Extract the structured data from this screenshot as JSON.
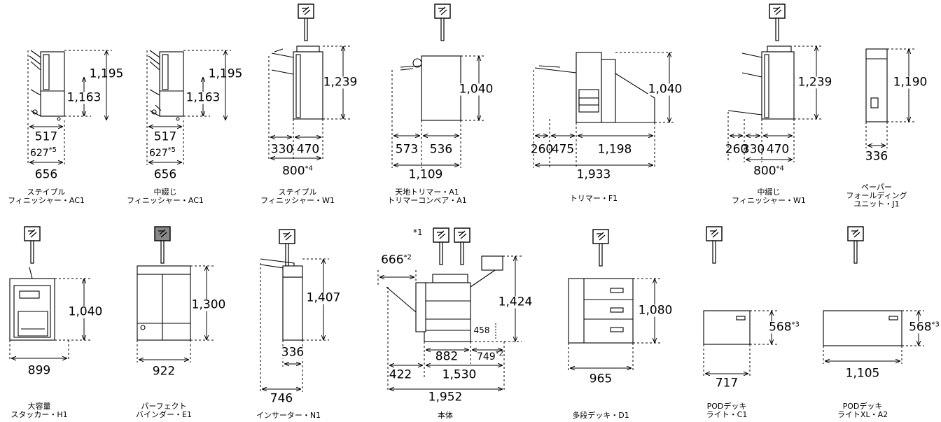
{
  "machines": [
    {
      "name_line1": "ステイプル",
      "name_line2": "フィニッシャー・AC1",
      "dims": [
        "1,195",
        "1,163",
        "517",
        "627",
        "656"
      ],
      "notes": [
        "*5"
      ]
    },
    {
      "name_line1": "中綴じ",
      "name_line2": "フィニッシャー・AC1",
      "dims": [
        "1,195",
        "1,163",
        "517",
        "627",
        "656"
      ],
      "notes": [
        "*5"
      ]
    },
    {
      "name_line1": "ステイプル",
      "name_line2": "フィニッシャー・W1",
      "dims": [
        "1,239",
        "330",
        "470",
        "800"
      ],
      "notes": [
        "*4"
      ]
    },
    {
      "name_line1": "天地トリマー・A1",
      "name_line2": "トリマーコンベア・A1",
      "dims": [
        "1,040",
        "573",
        "536",
        "1,109"
      ],
      "notes": []
    },
    {
      "name_line1": "トリマー・F1",
      "name_line2": "",
      "dims": [
        "1,040",
        "260",
        "475",
        "1,198",
        "1,933"
      ],
      "notes": []
    },
    {
      "name_line1": "中綴じ",
      "name_line2": "フィニッシャー・W1",
      "dims": [
        "1,239",
        "260",
        "330",
        "470",
        "800"
      ],
      "notes": [
        "*4"
      ]
    },
    {
      "name_line1": "ペーパー",
      "name_line2": "フォールディング",
      "name_line3": "ユニット・J1",
      "dims": [
        "1,190",
        "336"
      ],
      "notes": []
    },
    {
      "name_line1": "大容量",
      "name_line2": "スタッカー・H1",
      "dims": [
        "1,040",
        "899"
      ],
      "notes": []
    },
    {
      "name_line1": "パーフェクト",
      "name_line2": "バインダー・E1",
      "dims": [
        "1,300",
        "922"
      ],
      "notes": []
    },
    {
      "name_line1": "インサーター・N1",
      "name_line2": "",
      "dims": [
        "1,407",
        "336",
        "746"
      ],
      "notes": []
    },
    {
      "name_line1": "本体",
      "name_line2": "",
      "dims": [
        "666",
        "1,424",
        "458",
        "882",
        "749",
        "422",
        "1,530",
        "1,952"
      ],
      "notes": [
        "*1",
        "*2",
        "*2"
      ]
    },
    {
      "name_line1": "多段デッキ・D1",
      "name_line2": "",
      "dims": [
        "1,080",
        "965"
      ],
      "notes": []
    },
    {
      "name_line1": "PODデッキ",
      "name_line2": "ライト・C1",
      "dims": [
        "568",
        "717"
      ],
      "notes": [
        "*3"
      ]
    },
    {
      "name_line1": "PODデッキ",
      "name_line2": "ライトXL・A2",
      "dims": [
        "568",
        "1,105"
      ],
      "notes": [
        "*3"
      ]
    }
  ]
}
